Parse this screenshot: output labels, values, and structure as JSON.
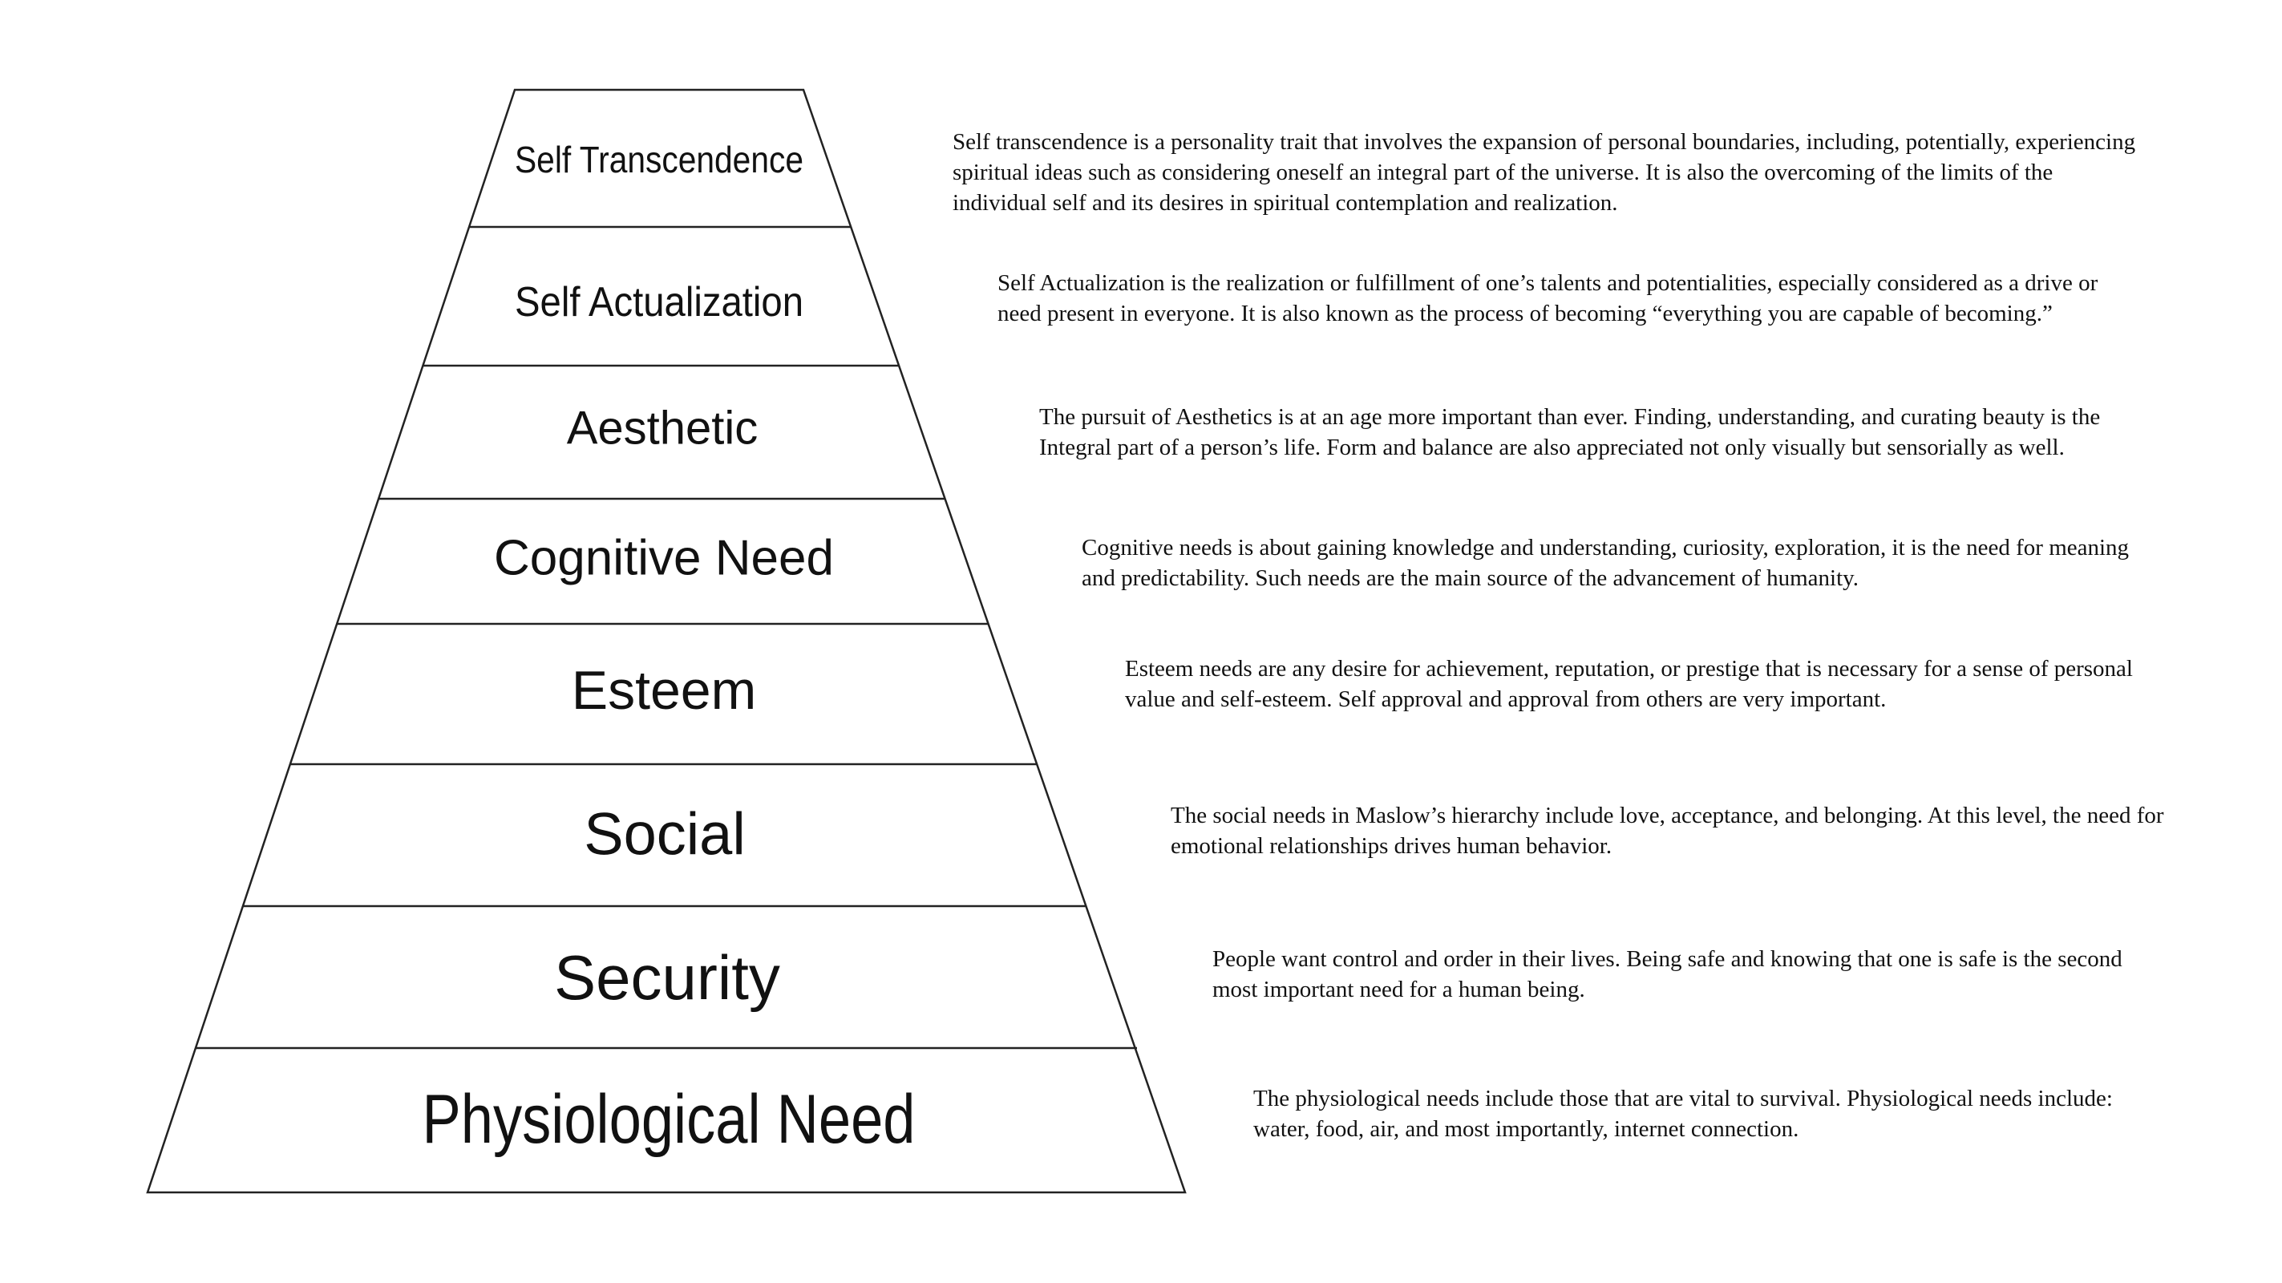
{
  "tiers": [
    {
      "label": "Self Transcendence",
      "description": "Self transcendence is a personality trait that involves the expansion of personal boundaries, including, potentially, experiencing spiritual ideas such as considering oneself an integral part of the universe. It is also the overcoming of the limits of the individual self and its desires in spiritual contemplation and realization."
    },
    {
      "label": "Self Actualization",
      "description": "Self Actualization is the realization or fulfillment of one’s talents and potentialities, especially considered as a drive or need present in everyone. It is also known as the process of becoming “everything you are capable of becoming.”"
    },
    {
      "label": "Aesthetic",
      "description": "The pursuit of Aesthetics is at an age more important than ever. Finding, understanding, and curating beauty is the Integral part of a person’s life. Form and balance are also appreciated not only visually but sensorially as well."
    },
    {
      "label": "Cognitive Need",
      "description": "Cognitive needs is about gaining knowledge and understanding, curiosity, exploration, it is the need for meaning and predictability. Such needs are the main source of the advancement of humanity."
    },
    {
      "label": "Esteem",
      "description": "Esteem needs are any desire for achievement, reputation, or prestige that is necessary for a sense of personal value and self-esteem. Self approval and approval from others are very important."
    },
    {
      "label": "Social",
      "description": "The social needs in Maslow’s hierarchy include love, acceptance, and belonging. At this level, the need for emotional relationships drives human behavior."
    },
    {
      "label": "Security",
      "description": "People want control and order in their lives. Being safe and knowing that one is safe is the second most important need for a human being."
    },
    {
      "label": "Physiological Need",
      "description": "The physiological needs include those that are vital to survival. Physiological needs include: water, food, air, and most importantly, internet connection."
    }
  ],
  "colors": {
    "stroke": "#222222",
    "text": "#111111",
    "background": "#ffffff"
  }
}
